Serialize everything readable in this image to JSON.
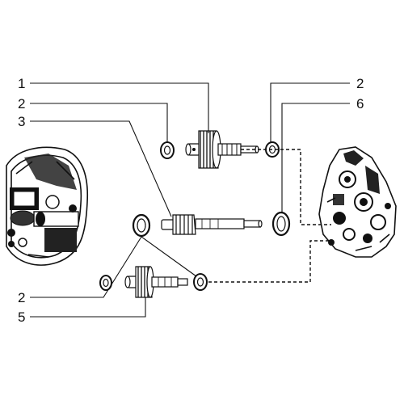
{
  "callouts": [
    {
      "id": "c1",
      "number": "1"
    },
    {
      "id": "c2a",
      "number": "2"
    },
    {
      "id": "c3",
      "number": "3"
    },
    {
      "id": "c2b",
      "number": "2"
    },
    {
      "id": "c6",
      "number": "6"
    },
    {
      "id": "c2c",
      "number": "2"
    },
    {
      "id": "c5",
      "number": "5"
    }
  ],
  "parts": [
    "left-gearbox-housing",
    "right-gearbox-cover",
    "upper-gear-shaft",
    "middle-main-shaft",
    "lower-gear-shaft",
    "washers"
  ]
}
